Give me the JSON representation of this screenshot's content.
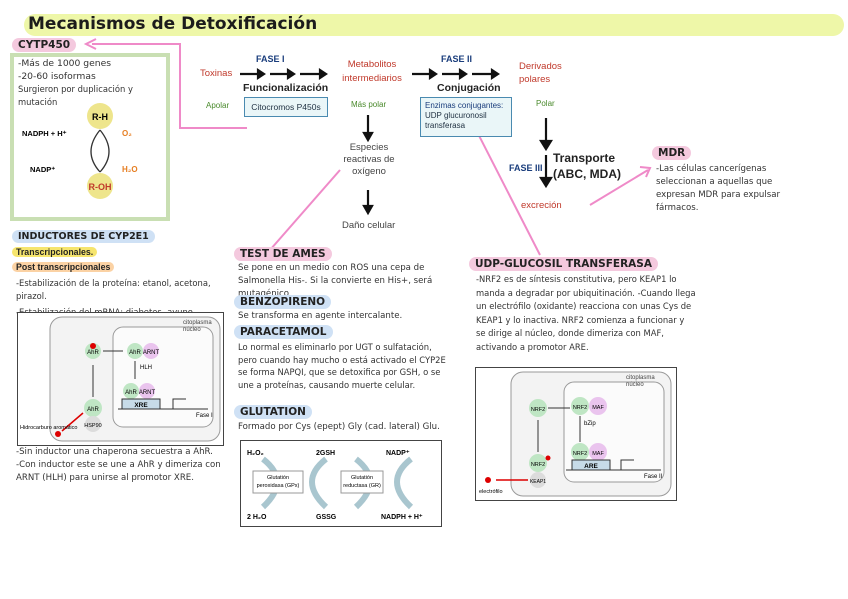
{
  "title": "Mecanismos de Detoxificación",
  "cyp": {
    "heading": "CYTP450",
    "lines": [
      "-Más de 1000 genes",
      "-20-60 isoformas",
      "Surgieron por duplicación y mutación"
    ],
    "fig": {
      "rh": "R-H",
      "roh": "R-OH",
      "nadph": "NADPH + H⁺",
      "nadp": "NADP⁺",
      "o2": "O₂",
      "h2o": "H₂O"
    }
  },
  "flow": {
    "fase1": "FASE I",
    "toxinas": "Toxinas",
    "apolar": "Apolar",
    "funcionalizacion": "Funcionalización",
    "citocromos": "Citocromos P450s",
    "metabolitos": "Metabolitos intermediarios",
    "mas_polar": "Más polar",
    "especies": "Especies reactivas de oxígeno",
    "dano": "Daño celular",
    "fase2": "FASE II",
    "conjugacion": "Conjugación",
    "enzimas": "Enzimas conjugantes:",
    "udp": "UDP glucuronosil transferasa",
    "derivados": "Derivados polares",
    "polar": "Polar",
    "fase3": "FASE III",
    "transporte": "Transporte (ABC, MDA)",
    "excrecion": "excreción"
  },
  "mdr": {
    "heading": "MDR",
    "text": "-Las células cancerígenas seleccionan a aquellas que expresan MDR para expulsar fármacos."
  },
  "inductores": {
    "heading": "INDUCTORES DE CYP2E1",
    "transcripcionales": "Transcripcionales.",
    "post": "Post transcripcionales",
    "lines": [
      "-Estabilización de la proteína: etanol, acetona, pirazol.",
      "-Estabilización del mRNA: diabetes, ayuno."
    ],
    "fig": {
      "citoplasma": "citoplasma",
      "nucleo": "núcleo",
      "ahr": "AhR",
      "arnt": "ARNT",
      "hlh": "HLH",
      "xre": "XRE",
      "fase1": "Fase I",
      "hidrocarburo": "Hidrocarburo aromático",
      "hsp90": "HSP90"
    },
    "after": [
      "-Sin inductor una chaperona secuestra a AhR.",
      "-Con inductor este se une a AhR y dimeriza con ARNT (HLH) para unirse al promotor XRE."
    ]
  },
  "ames": {
    "heading": "TEST DE AMES",
    "text": "Se pone en un medio con ROS una cepa de Salmonella His-. Si la convierte en His+, será mutagénico"
  },
  "benzo": {
    "heading": "BENZOPIRENO",
    "text": "Se transforma en agente intercalante."
  },
  "parac": {
    "heading": "PARACETAMOL",
    "text": "Lo normal es eliminarlo por UGT o sulfatación, pero cuando hay mucho o está activado el CYP2E se forma NAPQI, que se detoxifica por GSH, o se une a proteínas, causando muerte celular."
  },
  "glut": {
    "heading": "GLUTATION",
    "text": "Formado por Cys (epept) Gly (cad. lateral) Glu.",
    "fig": {
      "h2o2": "H₂O₂",
      "gsh": "2GSH",
      "nadp": "NADP⁺",
      "gpx": "Glutatión peroxidasa (GPx)",
      "gr": "Glutatión reductasa (GR)",
      "h2o": "2 H₂O",
      "gssg": "GSSG",
      "nadph": "NADPH + H⁺"
    }
  },
  "udpg": {
    "heading": "UDP-GLUCOSIL TRANSFERASA",
    "text": "-NRF2 es de síntesis constitutiva, pero KEAP1 lo manda a degradar por ubiquitinación. -Cuando llega un electrófilo (oxidante) reacciona con unas Cys de KEAP1 y lo inactiva. NRF2 comienza a funcionar y se dirige al núcleo, donde dimeriza con MAF, activando a promotor ARE.",
    "fig": {
      "citoplasma": "citoplasma",
      "nucleo": "núcleo",
      "nrf2": "NRF2",
      "maf": "MAF",
      "bzip": "bZip",
      "are": "ARE",
      "fase2": "Fase II",
      "keap1": "KEAP1",
      "electrofilo": "electrófilo"
    }
  }
}
